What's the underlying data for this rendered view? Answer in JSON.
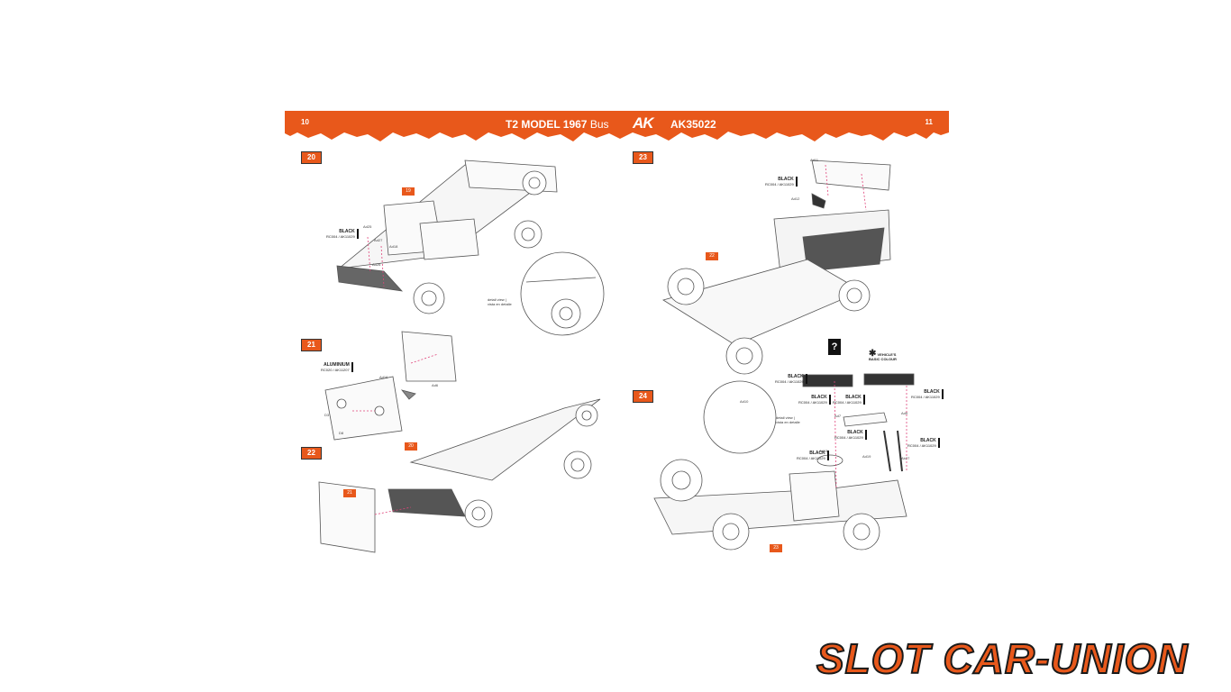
{
  "header": {
    "page_left": "10",
    "page_right": "11",
    "title_bold": "T2 MODEL 1967",
    "title_thin": "Bus",
    "brand": "AK",
    "code": "AK35022"
  },
  "steps": {
    "s20": "20",
    "s21": "21",
    "s22": "22",
    "s23": "23",
    "s24": "24"
  },
  "refs": {
    "r19": "19",
    "r20": "20",
    "r21": "21",
    "r22": "22",
    "r23": "23"
  },
  "paints": {
    "black": "BLACK",
    "black_codes": "RC004 / AK11029",
    "aluminium": "ALUMINIUM",
    "aluminium_codes": "RC020 / AK11207",
    "basic": "VEHICLE'S BASIC COLOUR",
    "question": "?"
  },
  "parts": {
    "ad25": "Ad25",
    "ad27": "Ad27",
    "ad18": "Ad18",
    "ad26": "Ad26",
    "ad16": "Ad16",
    "ad6": "Ad6",
    "d3": "D3",
    "d8": "D8",
    "ad11": "Ad11",
    "ad12": "Ad12",
    "ad10": "Ad10",
    "ad9": "Ad9",
    "ad7": "Ad7",
    "ad13": "Ad13",
    "ad19": "Ad19",
    "ab27": "Ab27"
  },
  "detail": {
    "line1": "detail view |",
    "line2": "vista en detalle"
  },
  "logo": {
    "text": "SLOT CAR-UNION"
  },
  "colors": {
    "accent": "#e8581b",
    "guide": "#e0447a"
  }
}
